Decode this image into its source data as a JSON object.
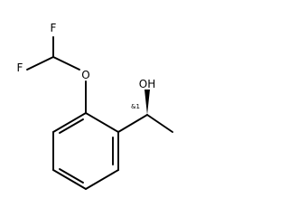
{
  "molecule": {
    "atoms": {
      "fluorine_top": "F",
      "fluorine_left": "F",
      "ether_oxygen": "O",
      "hydroxyl": "OH"
    },
    "stereo_annotation": "&1"
  }
}
